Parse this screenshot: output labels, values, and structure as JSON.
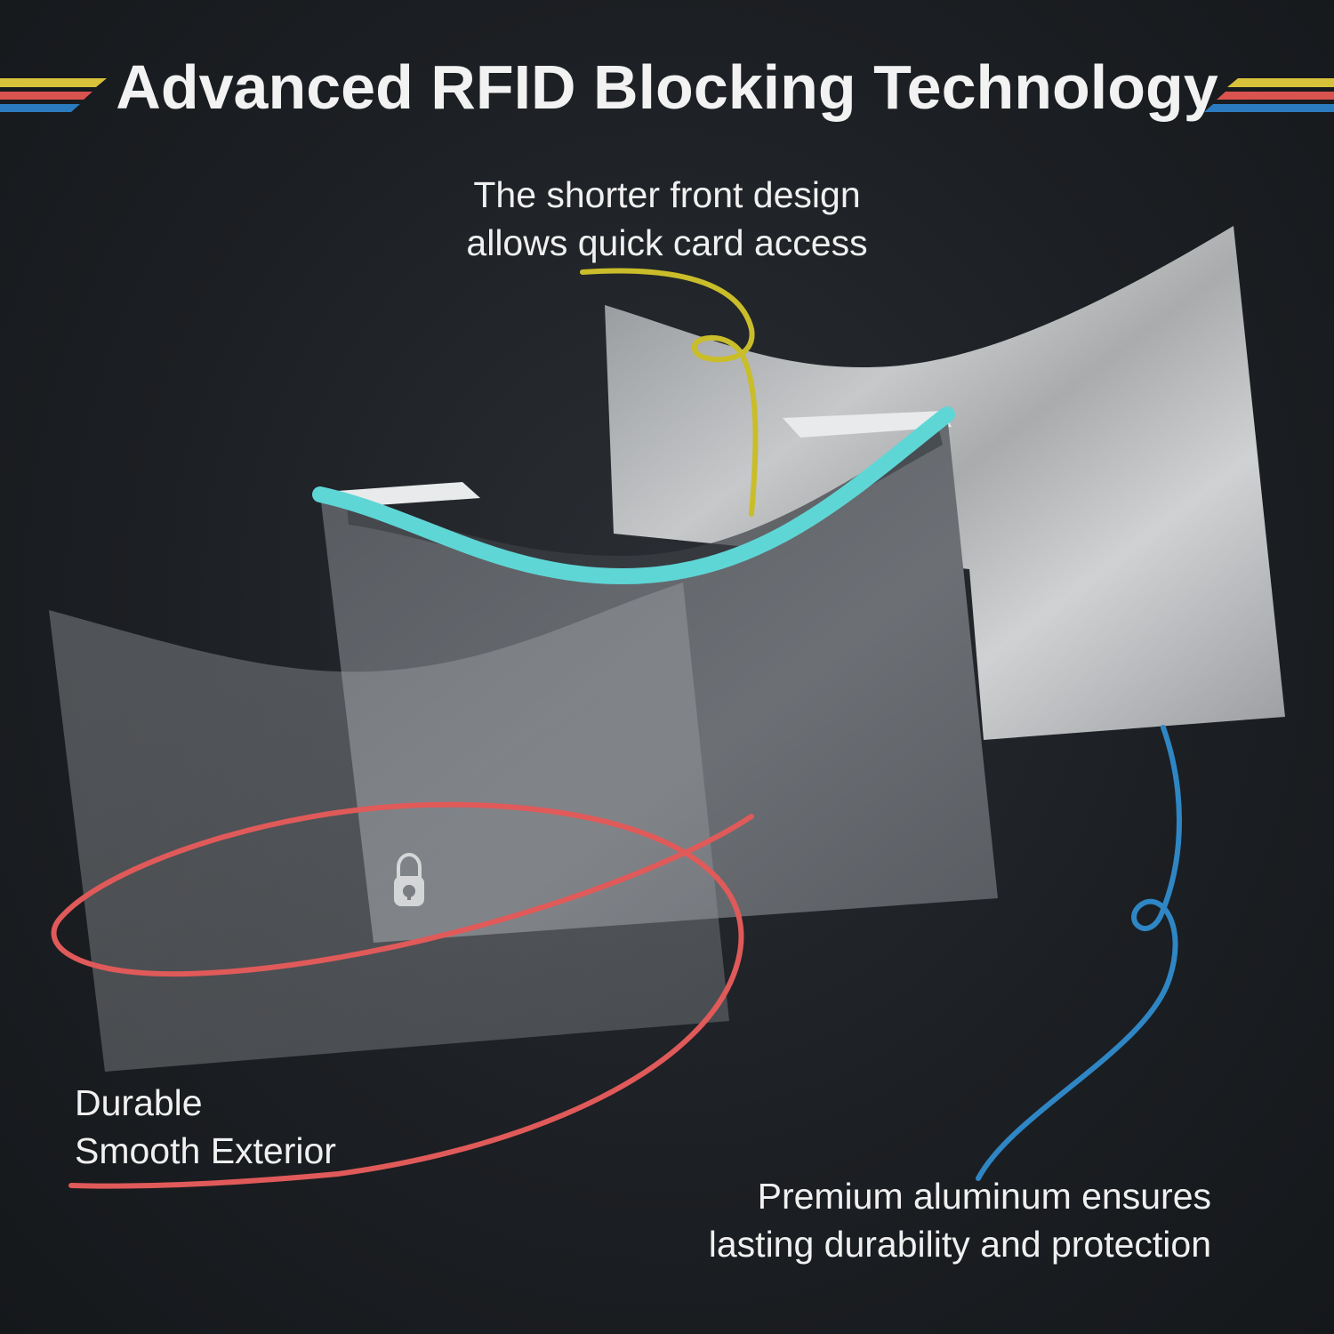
{
  "headline": "Advanced RFID Blocking Technology",
  "callouts": {
    "top": {
      "line1": "The shorter front design",
      "line2": "allows quick card access"
    },
    "left": {
      "line1": "Durable",
      "line2": "Smooth Exterior"
    },
    "right": {
      "line1": "Premium aluminum ensures",
      "line2": "lasting durability and protection"
    }
  },
  "colors": {
    "background": "#1c1f23",
    "stripe_yellow": "#d8c23a",
    "stripe_red": "#d9534f",
    "stripe_blue": "#2a7bbf",
    "leader_yellow": "#c9bd2a",
    "leader_red": "#e05a5a",
    "leader_blue": "#2f86c4",
    "sleeve_trim": "#5fd6d6"
  }
}
